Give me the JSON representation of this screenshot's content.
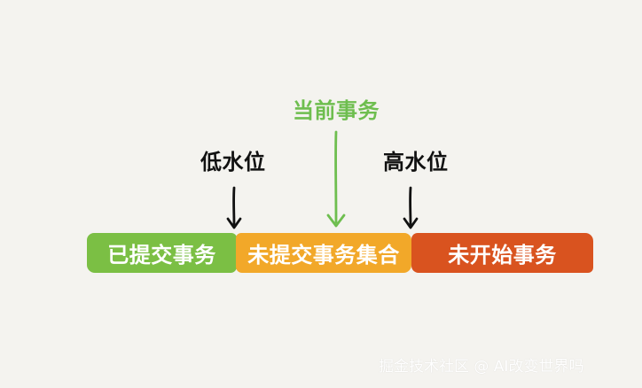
{
  "labels": {
    "current_transaction": "当前事务",
    "low_water_mark": "低水位",
    "high_water_mark": "高水位"
  },
  "segments": [
    {
      "label": "已提交事务",
      "color": "#7bbf44"
    },
    {
      "label": "未提交事务集合",
      "color": "#f2a829"
    },
    {
      "label": "未开始事务",
      "color": "#d9531f"
    }
  ],
  "arrows": {
    "current_color": "#6ebe4f",
    "marker_color": "#111111"
  },
  "watermark": {
    "text": "掘金技术社区 @ AI改变世界吗"
  }
}
